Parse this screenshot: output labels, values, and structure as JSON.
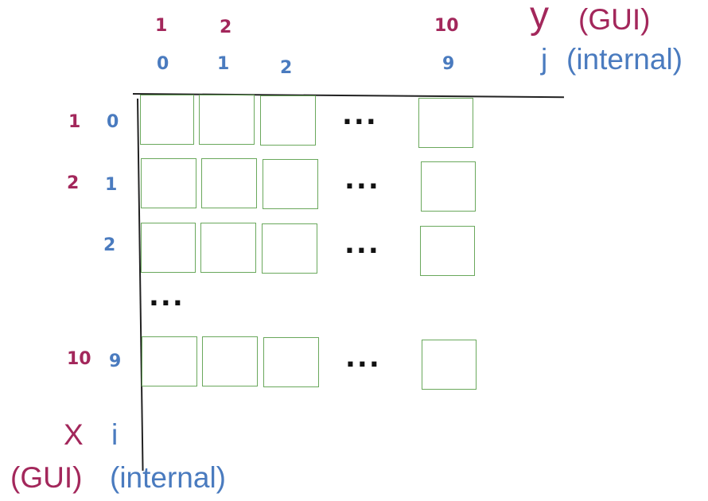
{
  "colors": {
    "gui": "#a3275b",
    "internal": "#4a7bbf",
    "cell_border": "#6aa85c"
  },
  "top": {
    "gui_cols": [
      "1",
      "2",
      "10"
    ],
    "internal_cols": [
      "0",
      "1",
      "2",
      "9"
    ],
    "axis_gui_letter": "y",
    "axis_gui_tag": "(GUI)",
    "axis_internal_letter": "j",
    "axis_internal_tag": "(internal)"
  },
  "left": {
    "gui_rows": [
      "1",
      "2",
      "10"
    ],
    "internal_rows": [
      "0",
      "1",
      "2",
      "9"
    ],
    "axis_gui_letter": "X",
    "axis_internal_letter": "i",
    "axis_gui_tag": "(GUI)",
    "axis_internal_tag": "(internal)"
  },
  "ellipsis": "..."
}
